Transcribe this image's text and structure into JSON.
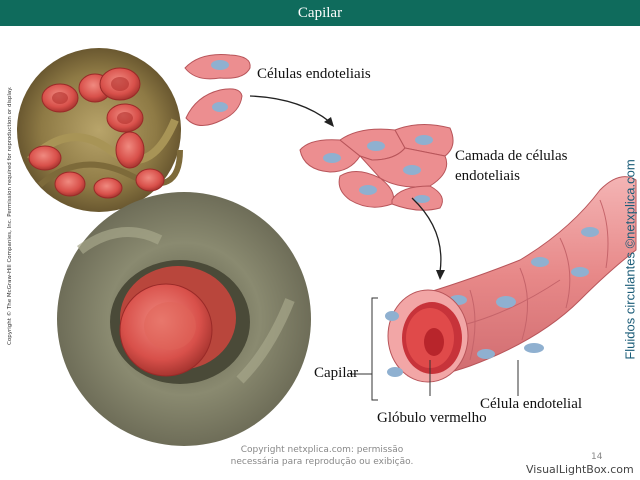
{
  "header": {
    "title": "Capilar"
  },
  "labels": {
    "endothelial_cells": "Células endoteliais",
    "layer_line1": "Camada de células",
    "layer_line2": "endoteliais",
    "capillary": "Capilar",
    "red_blood_cell": "Glóbulo vermelho",
    "endothelial_cell": "Célula endotelial"
  },
  "side_copyright": "Copyright © The McGraw-Hill Companies, Inc. Permission required for reproduction or display.",
  "brand_vertical": "Fluidos circulantes ©netxplica.com",
  "footer": {
    "line1": "Copyright netxplica.com: permissão",
    "line2": "necessária para reprodução ou exibição.",
    "page_number": "14",
    "watermark": "VisualLightBox.com"
  },
  "colors": {
    "title_bar": "#0f6b5c",
    "cell_pink": "#e9828a",
    "nucleus_blue": "#8fb0d0",
    "blood_red": "#c9242f",
    "brand_text": "#1a5c78"
  }
}
